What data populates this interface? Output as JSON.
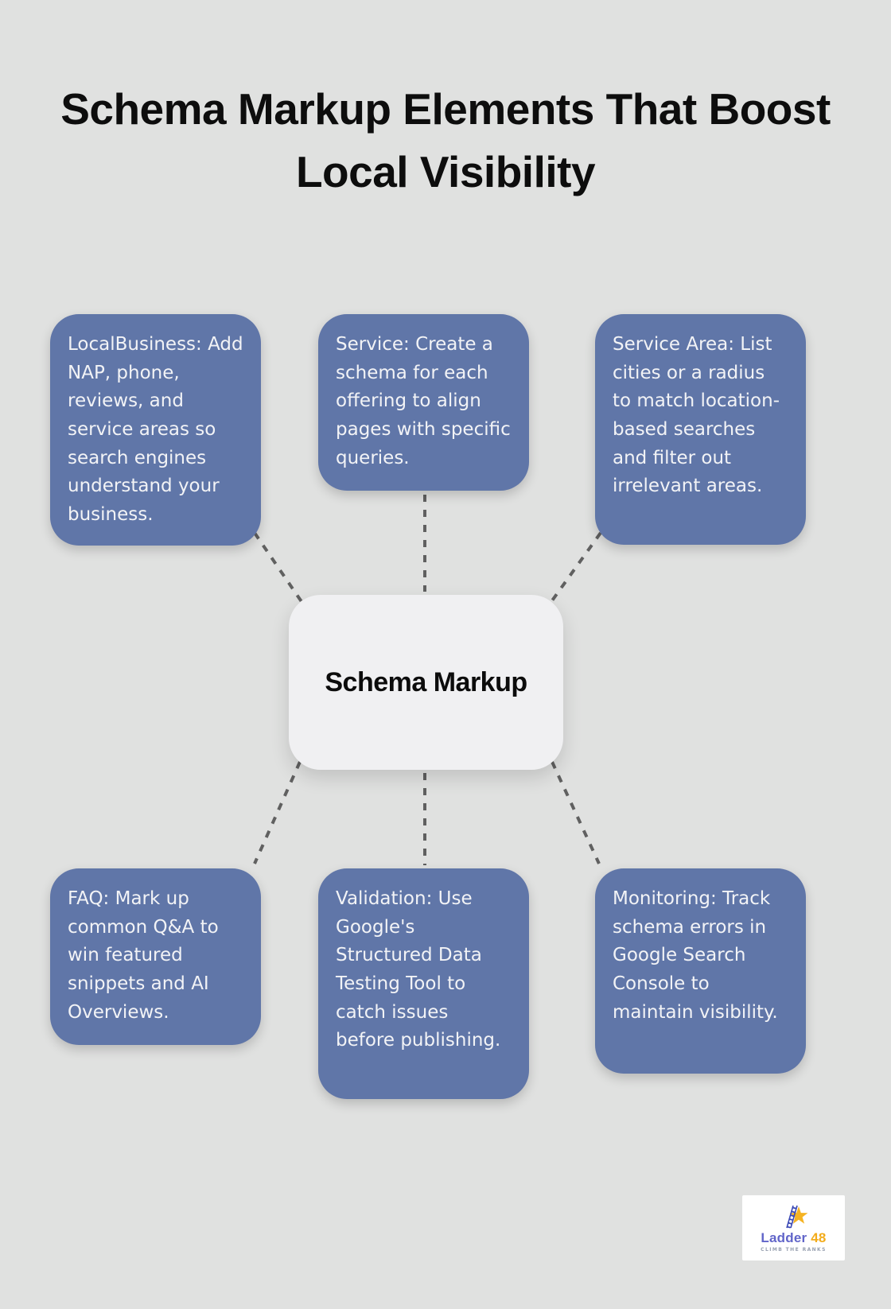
{
  "title": "Schema Markup Elements That Boost Local Visibility",
  "center": {
    "label": "Schema Markup"
  },
  "nodes": [
    {
      "id": "local-business",
      "text": "LocalBusiness: Add NAP, phone, reviews, and service areas so search engines understand your business."
    },
    {
      "id": "service",
      "text": "Service: Create a schema for each offering to align pages with specific queries."
    },
    {
      "id": "service-area",
      "text": "Service Area: List cities or a radius to match location-based searches and filter out irrelevant areas."
    },
    {
      "id": "faq",
      "text": "FAQ: Mark up common Q&A to win featured snippets and AI Overviews."
    },
    {
      "id": "validation",
      "text": "Validation: Use Google's Structured Data Testing Tool to catch issues before publishing."
    },
    {
      "id": "monitoring",
      "text": "Monitoring: Track schema errors in Google Search Console to maintain visibility."
    }
  ],
  "logo": {
    "word": "Ladder",
    "number": "48",
    "tagline": "CLIMB THE RANKS",
    "icon": "ladder-star-icon"
  },
  "colors": {
    "background": "#e0e1e0",
    "node_fill": "#6076a8",
    "node_text": "#f2f3f6",
    "center_fill": "#f0f0f2",
    "title_text": "#0d0d0d",
    "connector": "#606060",
    "logo_word": "#6165c9",
    "logo_number": "#f3ac1b",
    "logo_star": "#f5b322",
    "logo_ladder": "#3b49b5",
    "logo_tagline": "#97a0b0"
  }
}
